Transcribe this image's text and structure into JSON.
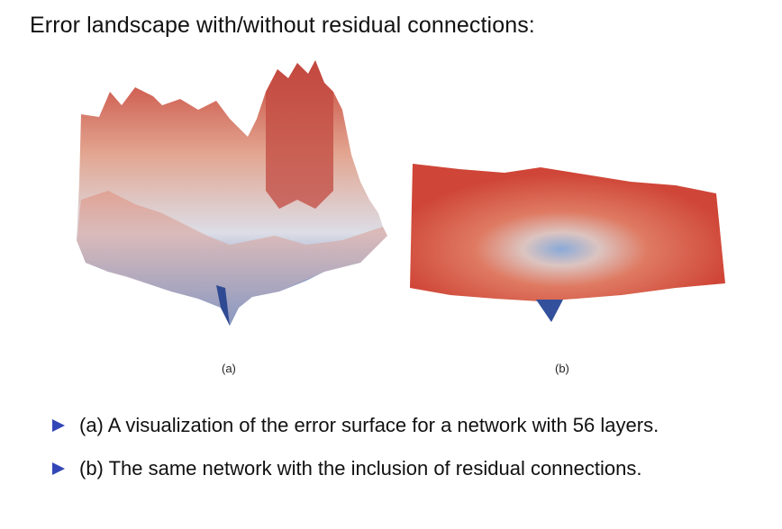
{
  "title": "Error landscape with/without residual connections:",
  "figures": [
    {
      "caption": "(a)"
    },
    {
      "caption": "(b)"
    }
  ],
  "bullets": [
    "(a) A visualization of the error surface for a network with 56 layers.",
    "(b) The same network with the inclusion of residual connections."
  ],
  "colors": {
    "bullet_marker": "#3346b8",
    "surface_high": "#c8443a",
    "surface_low": "#3b5aa6"
  }
}
